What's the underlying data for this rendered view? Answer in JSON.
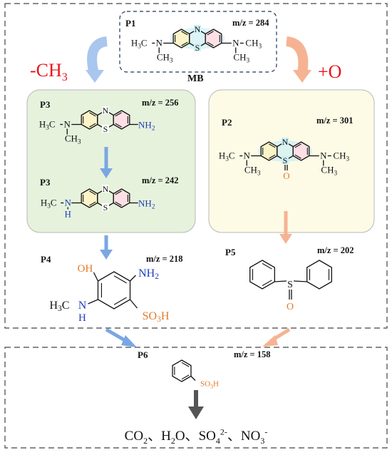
{
  "colors": {
    "red": "#e8171c",
    "blue_arrow": "#7aa7e3",
    "orange_arrow": "#f6b393",
    "green_box": "#e6f2dc",
    "cream_box": "#fdfbe6",
    "blue_text": "#1e3fb8",
    "orange_text": "#e07b2c"
  },
  "top": {
    "label": "P1",
    "mz": "m/z = 284",
    "name": "MB"
  },
  "left_path": {
    "loss_label_main": "-CH",
    "loss_label_sub": "3",
    "p3a": {
      "label": "P3",
      "mz": "m/z = 256"
    },
    "p3b": {
      "label": "P3",
      "mz": "m/z = 242"
    },
    "p4": {
      "label": "P4",
      "mz": "m/z = 218"
    }
  },
  "right_path": {
    "gain_label": "+O",
    "p2": {
      "label": "P2",
      "mz": "m/z = 301"
    },
    "p5": {
      "label": "P5",
      "mz": "m/z = 202"
    }
  },
  "bottom": {
    "p6": {
      "label": "P6",
      "mz": "m/z = 158"
    },
    "products": {
      "co2_main": "CO",
      "co2_sub": "2",
      "sep1": "、",
      "h2o_main": "H",
      "h2o_sub": "2",
      "h2o_tail": "O",
      "sep2": "、",
      "so4_main": "SO",
      "so4_sub": "4",
      "so4_sup": "2-",
      "sep3": "、",
      "no3_main": "NO",
      "no3_sub": "3",
      "no3_sup": "-"
    }
  },
  "atoms": {
    "N": "N",
    "S": "S",
    "O": "O",
    "H": "H",
    "H3C_main": "H",
    "H3C_sub": "3",
    "H3C_tail": "C",
    "CH3_main": "CH",
    "CH3_sub": "3",
    "NH2_main": "NH",
    "NH2_sub": "2",
    "OH": "OH",
    "SO3H_main": "SO",
    "SO3H_sub": "3",
    "SO3H_tail": "H"
  }
}
